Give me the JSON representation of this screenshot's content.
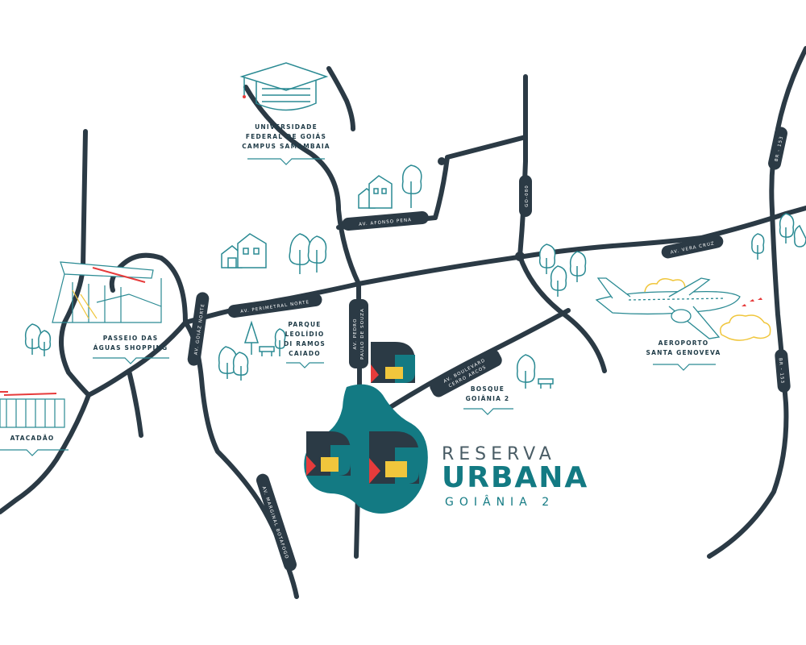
{
  "colors": {
    "road": "#2b3a45",
    "teal": "#137a83",
    "gold": "#f0c63c",
    "red": "#e63b3b",
    "icon": "#2a8a93",
    "label": "#1f3b47"
  },
  "brand": {
    "line1": "RESERVA",
    "line2": "URBANA",
    "line3": "GOIÂNIA 2"
  },
  "pois": {
    "ufg": [
      "UNIVERSIDADE",
      "FEDERAL DE GOIÁS",
      "CAMPUS SAMAMBAIA"
    ],
    "passeio": [
      "PASSEIO DAS",
      "ÁGUAS SHOPPING"
    ],
    "parque": [
      "PARQUE",
      "LEOLÍDIO",
      "DI RAMOS",
      "CAIADO"
    ],
    "bosque": [
      "BOSQUE",
      "GOIÂNIA 2"
    ],
    "aeroporto": [
      "AEROPORTO",
      "SANTA GENOVEVA"
    ],
    "atacadao": [
      "ATACADÃO"
    ]
  },
  "roads": {
    "afonso_pena": "AV. AFONSO PENA",
    "perimetral": "AV. PERIMETRAL NORTE",
    "vera_cruz": "AV. VERA CRUZ",
    "go080": "GO-080",
    "br153_top": "BR - 153",
    "br153_bottom": "BR - 153",
    "goiaz": "AV. GOIÁZ NORTE",
    "pedro": [
      "AV. PEDRO",
      "PAULO DE SOUZA"
    ],
    "boulevard": [
      "AV. BOULEVARD",
      "CERRO ARCOS"
    ],
    "marginal": "AV. MARGINAL BOTAFOGO"
  }
}
